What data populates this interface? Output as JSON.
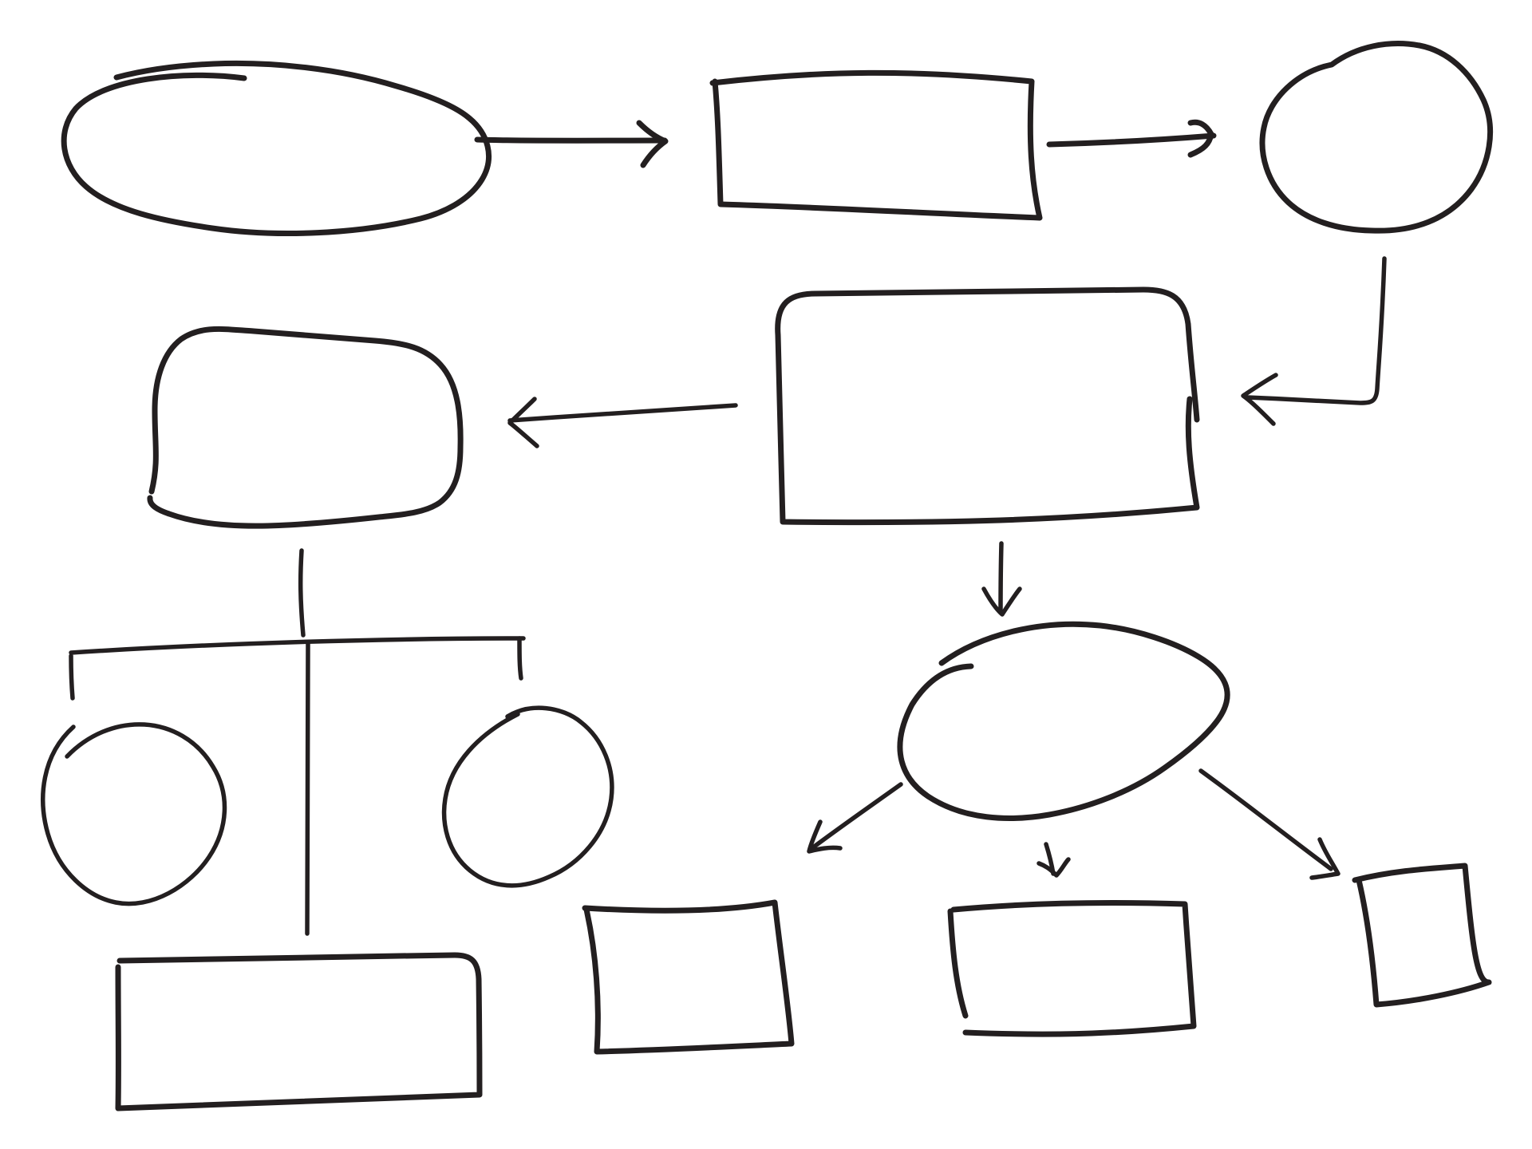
{
  "diagram": {
    "style": "hand-drawn blank flowchart",
    "ink_color": "#231f20",
    "background_color": "#ffffff",
    "labels": [],
    "shapes": [
      "top-left-ellipse",
      "top-middle-rectangle",
      "top-right-circle",
      "center-rounded-rectangle",
      "left-rounded-rectangle",
      "left-small-circle",
      "middle-small-circle",
      "bottom-left-rectangle",
      "center-ellipse",
      "bottom-middle-rectangle",
      "bottom-center-rectangle",
      "bottom-right-square"
    ],
    "connectors": [
      "arrow-ellipse-to-rectangle",
      "arrow-rectangle-to-circle",
      "arrow-circle-to-center-box",
      "arrow-center-box-to-left-box",
      "arrow-center-box-to-ellipse",
      "tree-left-box-to-children",
      "arrow-ellipse-to-bottom-middle",
      "arrow-ellipse-to-bottom-center",
      "arrow-ellipse-to-bottom-right"
    ]
  }
}
